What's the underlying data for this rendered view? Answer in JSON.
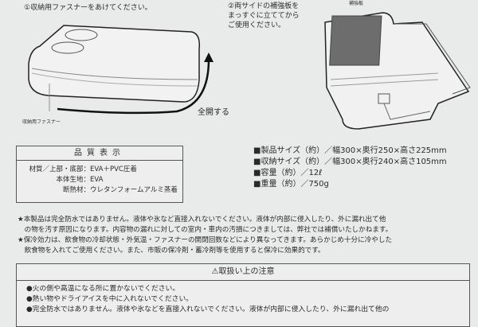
{
  "step1": {
    "text": "①収納用ファスナーをあけてください。",
    "zipper_label": "収納用ファスナー",
    "arrow_label": "全開する"
  },
  "step2": {
    "lines": [
      "②両サイドの補強板を",
      "まっすぐに立ててから",
      "ご使用ください。"
    ],
    "board_label": "補強板"
  },
  "quality": {
    "title": "品質表示",
    "rows": [
      {
        "key": "材質／上部・底部：",
        "value": "EVA＋PVC圧着"
      },
      {
        "key": "本体生地：",
        "value": "EVA"
      },
      {
        "key": "断熱材：",
        "value": "ウレタンフォームアルミ蒸着"
      }
    ]
  },
  "specs": [
    "■製品サイズ（約）／幅300×奥行250×高さ225mm",
    "■収納サイズ（約）／幅300×奥行240×高さ105mm",
    "■容量（約）／12ℓ",
    "■重量（約）／750g"
  ],
  "notes": [
    "★本製品は完全防水ではありません。液体や氷など直接入れないでください。液体が内部に侵入したり、外に漏れ出て他",
    "　の物を汚す原因になります。内容物の漏れに対しての室内・車内の汚損につきましては、弊社では補償いたしかねます。",
    "★保冷効力は、飲食物の冷却状態・外気温・ファスナーの開閉回数などにより異なってきます。あらかじめ十分に冷やした",
    "　飲食物を入れてご使用ください。また、市販の保冷剤・蓄冷剤等を使用すると保冷に効果的です。"
  ],
  "caution": {
    "title": "⚠取扱い上の注意",
    "items": [
      "●火の側や高温になる所に置かないでください。",
      "●熱い物やドライアイスを中に入れないでください。",
      "●完全防水ではありません。液体や氷などを直接入れないでください。液体が内部に侵入したり、外に漏れ出て他の"
    ]
  }
}
